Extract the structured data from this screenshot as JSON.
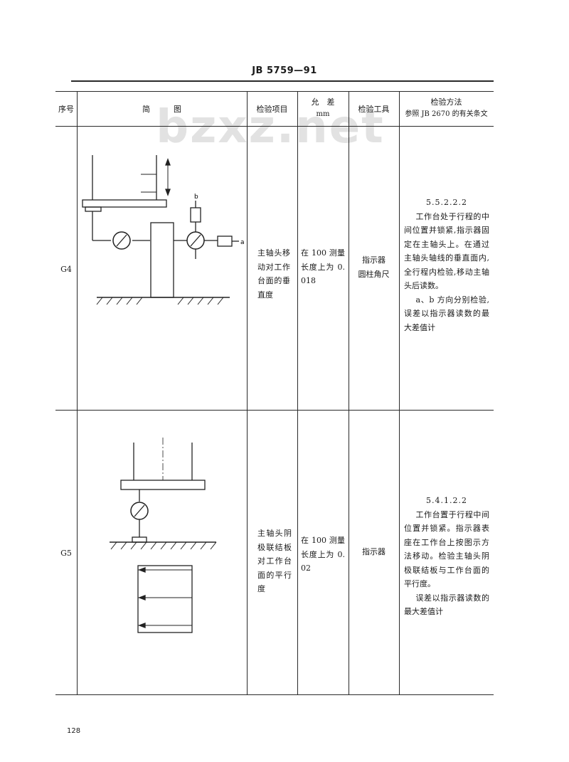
{
  "header": {
    "standard_no": "JB 5759—91"
  },
  "watermark": "bzxz.net",
  "columns": {
    "seq": "序号",
    "sketch": "简　　　图",
    "item": "检验项目",
    "tolerance_line1": "允　差",
    "tolerance_line2": "mm",
    "tool": "检验工具",
    "method_line1": "检验方法",
    "method_line2": "参照 JB 2670 的有关条文"
  },
  "rows": [
    {
      "seq": "G4",
      "item": "主轴头移动对工作台面的垂直度",
      "tolerance": "在 100 测量长度上为 0.018",
      "tool_line1": "指示器",
      "tool_line2": "圆柱角尺",
      "method_clause": "5.5.2.2.2",
      "method_p1": "工作台处于行程的中间位置并锁紧,指示器固定在主轴头上。在通过主轴头轴线的垂直面内,全行程内检验,移动主轴头后读数。",
      "method_p2": "a、b 方向分别检验,误差以指示器读数的最大差值计",
      "label_a": "a",
      "label_b": "b"
    },
    {
      "seq": "G5",
      "item": "主轴头阴极联结板对工作台面的平行度",
      "tolerance": "在 100 测量长度上为 0.02",
      "tool_line1": "指示器",
      "method_clause": "5.4.1.2.2",
      "method_p1": "工作台置于行程中间位置并锁紧。指示器表座在工作台上按图示方法移动。检验主轴头阴极联结板与工作台面的平行度。",
      "method_p2": "误差以指示器读数的最大差值计"
    }
  ],
  "footer": {
    "page": "128"
  }
}
